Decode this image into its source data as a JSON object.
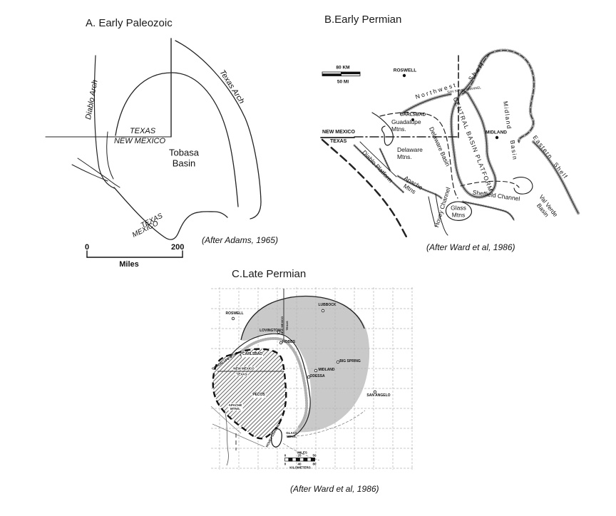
{
  "figure": {
    "panel_a": {
      "title": "A. Early Paleozoic",
      "citation": "(After Adams, 1965)",
      "labels": {
        "diablo_arch": "Diablo Arch",
        "texas_arch": "Texas Arch",
        "state_top": "TEXAS",
        "state_bottom": "NEW MEXICO",
        "basin": "Tobasa\nBasin",
        "mex_texas": "TEXAS",
        "mex_mexico": "MEXICO"
      },
      "scale": {
        "left": "0",
        "right": "200",
        "unit": "Miles"
      }
    },
    "panel_b": {
      "title": "B.Early Permian",
      "citation": "(After Ward et al, 1986)",
      "scale": {
        "km": "80 KM",
        "mi": "50 MI"
      },
      "cities": {
        "roswell": "ROSWELL",
        "carlsbad": "CARLSBAD",
        "midland": "MIDLAND"
      },
      "states": {
        "new_mexico": "NEW MEXICO",
        "texas": "TEXAS"
      },
      "features": {
        "northwest": "Northwest",
        "shelf": "Shelf",
        "san_simon": "SAN SIMON CHANNEL",
        "guadalupe": "Guadalupe\nMtns.",
        "delaware_basin": "Delaware Basin",
        "delaware_mtns": "Delaware\nMtns.",
        "diablo_platform": "Diablo Platform",
        "apache_mtns": "Apache\nMtns",
        "central_basin_platform": "CENTRAL BASIN PLATFORM",
        "midland_word": "Midland",
        "basin_word": "Basin",
        "eastern": "Eastern",
        "eastern_shelf": "Shelf",
        "sheffield": "Sheffield Channel",
        "val_verde": "Val Verde\nBasin",
        "glass_mtns": "Glass\nMtns",
        "hovey": "Hovey Channel"
      }
    },
    "panel_c": {
      "title": "C.Late Permian",
      "citation": "(After Ward et al, 1986)",
      "cities": {
        "roswell": "ROSWELL",
        "lubbock": "LUBBOCK",
        "lovington": "LOVINGTON",
        "hobbs": "HOBBS",
        "carlsbad": "CARLSBAD",
        "big_spring": "BIG SPRING",
        "midland": "MIDLAND",
        "odessa": "ODESSA",
        "pecos": "PECOS",
        "san_angelo": "SAN ANGELO"
      },
      "features": {
        "guadalupe": "GUADALUPE MTNS.",
        "new_mexico_h": "NEW MEXICO",
        "texas_h": "TEXAS",
        "new_mexico_v": "NEW MEXICO",
        "texas_v": "TEXAS",
        "apache": "APACHE\nMTNS.",
        "hovey": "HOVEY CHANNEL",
        "glass": "GLASS\nMTNS."
      },
      "scale": {
        "miles_label": "MILES",
        "miles_ticks": [
          "0",
          "25",
          "50"
        ],
        "km_ticks": [
          "0",
          "40",
          "80"
        ],
        "km_label": "KILOMETERS"
      }
    }
  }
}
